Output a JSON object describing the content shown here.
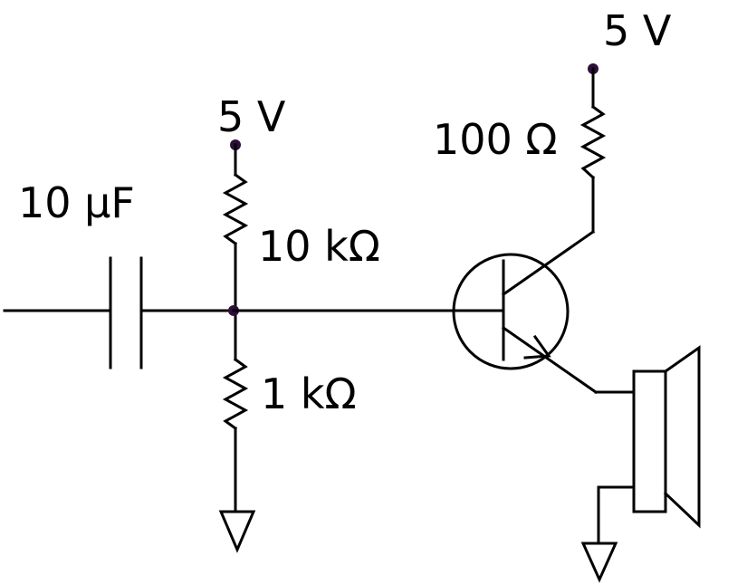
{
  "labels": {
    "supply_top": "5 V",
    "supply_mid": "5 V",
    "collector_resistor": "100 Ω",
    "capacitor": "10 μF",
    "upper_resistor": "10 kΩ",
    "lower_resistor": "1 kΩ"
  },
  "colors": {
    "wire": "#000000",
    "node": "#2d0f3a"
  }
}
